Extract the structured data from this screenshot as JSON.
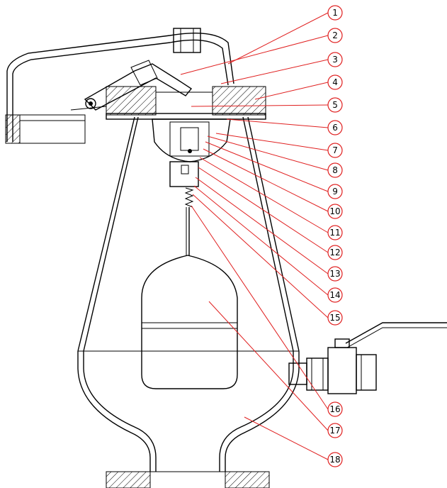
{
  "callouts": [
    {
      "n": "1"
    },
    {
      "n": "2"
    },
    {
      "n": "3"
    },
    {
      "n": "4"
    },
    {
      "n": "5"
    },
    {
      "n": "6"
    },
    {
      "n": "7"
    },
    {
      "n": "8"
    },
    {
      "n": "9"
    },
    {
      "n": "10"
    },
    {
      "n": "11"
    },
    {
      "n": "12"
    },
    {
      "n": "13"
    },
    {
      "n": "14"
    },
    {
      "n": "15"
    },
    {
      "n": "16"
    },
    {
      "n": "17"
    },
    {
      "n": "18"
    }
  ],
  "colors": {
    "line": "#000000",
    "callout": "#e02020",
    "background": "#ffffff"
  }
}
